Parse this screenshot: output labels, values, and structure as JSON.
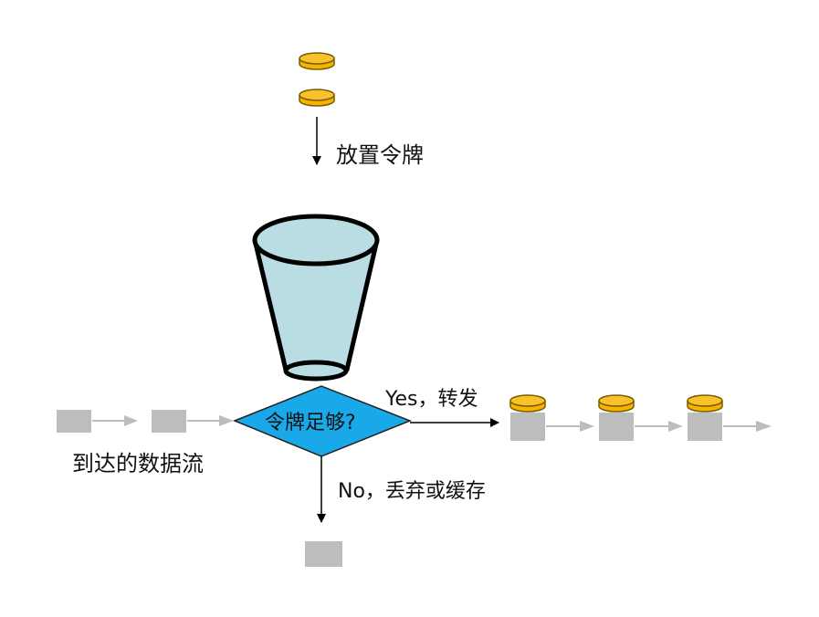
{
  "labels": {
    "place_tokens": "放置令牌",
    "decision": "令牌足够?",
    "yes_branch": "Yes，转发",
    "no_branch": "No，丢弃或缓存",
    "arriving_flow": "到达的数据流"
  },
  "colors": {
    "token_fill": "#f5b400",
    "token_stroke": "#7a5a00",
    "bucket_fill": "#b9dde3",
    "bucket_stroke": "#000000",
    "diamond_fill": "#1aa9e8",
    "diamond_stroke": "#222222",
    "packet_fill": "#bdbdbd",
    "flow_arrow": "#bdbdbd",
    "arrow_black": "#000000"
  },
  "icons": {
    "token": "gold-coin-token-icon",
    "bucket": "bucket-icon",
    "packet": "packet-square-icon"
  }
}
